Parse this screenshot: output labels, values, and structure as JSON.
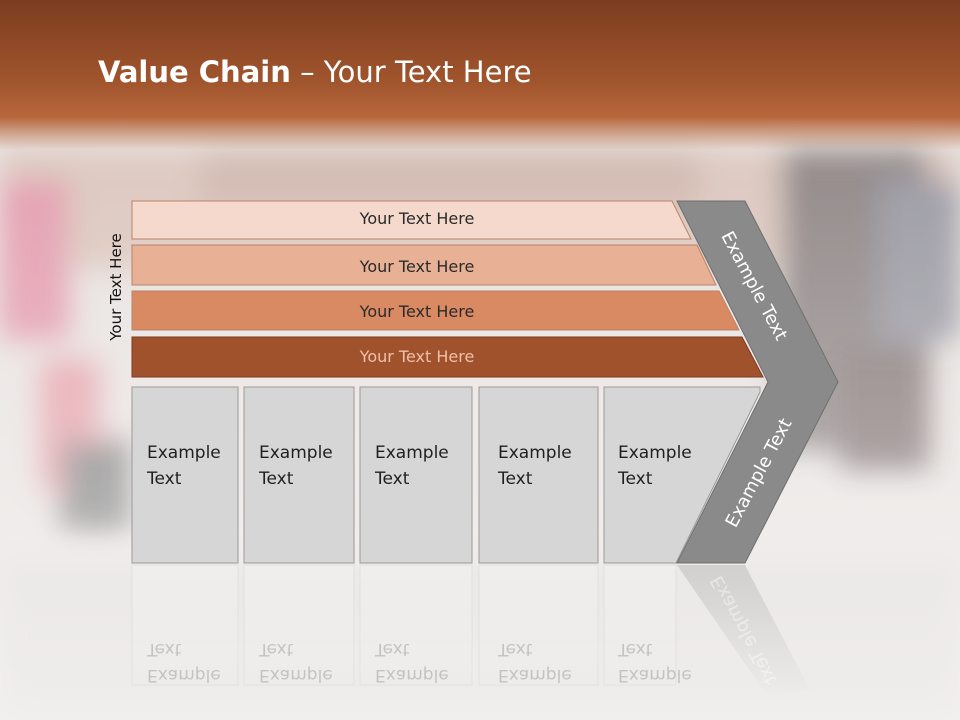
{
  "title": {
    "bold": "Value Chain",
    "rest": " – Your Text Here"
  },
  "side_label": "Your Text Here",
  "bars": [
    {
      "label": "Your Text Here",
      "color": "#f5d9cc"
    },
    {
      "label": "Your Text Here",
      "color": "#e8b095"
    },
    {
      "label": "Your Text Here",
      "color": "#d98a62"
    },
    {
      "label": "Your Text Here",
      "color": "#a0522d"
    }
  ],
  "cells": [
    {
      "line1": "Example",
      "line2": "Text"
    },
    {
      "line1": "Example",
      "line2": "Text"
    },
    {
      "line1": "Example",
      "line2": "Text"
    },
    {
      "line1": "Example",
      "line2": "Text"
    },
    {
      "line1": "Example",
      "line2": "Text"
    }
  ],
  "chevron": {
    "upper": "Example Text",
    "lower": "Example Text",
    "color": "#8a8a8a"
  },
  "colors": {
    "header": "#a1552d",
    "cell": "#d6d6d6"
  }
}
